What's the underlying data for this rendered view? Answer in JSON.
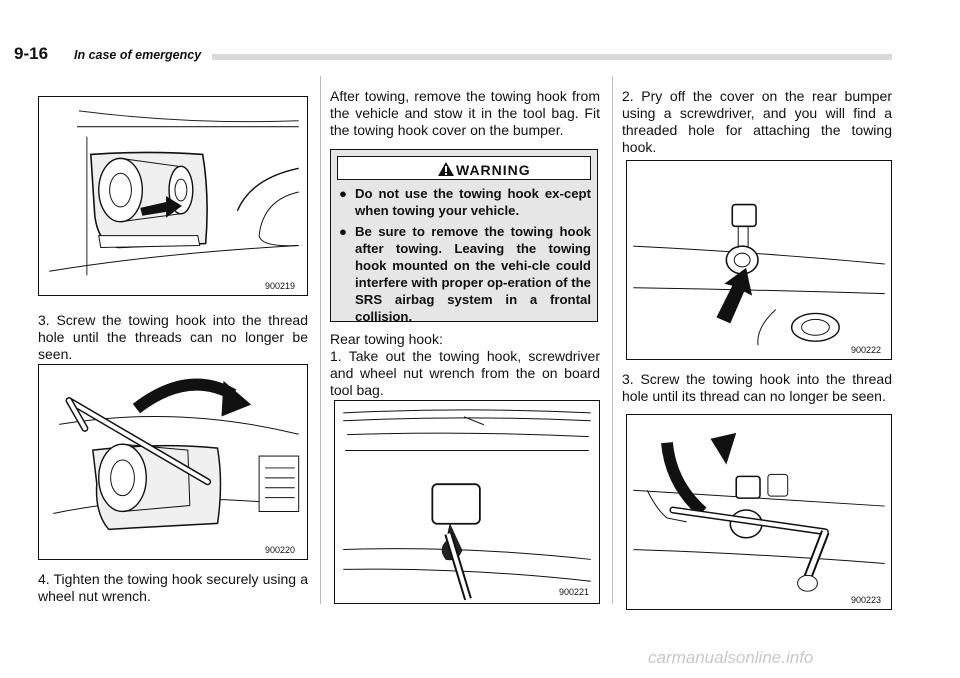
{
  "header": {
    "page_number": "9-16",
    "section_title": "In case of emergency"
  },
  "column1": {
    "fig1_no": "900219",
    "step3_text": "3.  Screw the towing hook into the thread hole until the threads can no longer be seen.",
    "fig2_no": "900220",
    "step4_text": "4.  Tighten the towing hook securely using a wheel nut wrench."
  },
  "column2": {
    "intro_text": "After towing, remove the towing hook from the vehicle and stow it in the tool bag. Fit the towing hook cover on the bumper.",
    "warning": {
      "title": "WARNING",
      "items": [
        "Do not use the towing hook ex-cept when towing your vehicle.",
        "Be sure to remove the towing hook after towing. Leaving the towing hook mounted on the vehi-cle could interfere with proper op-eration of the SRS airbag system in a frontal collision."
      ]
    },
    "rear_heading": "Rear towing hook:",
    "step1_text": "1.  Take out the towing hook, screwdriver and wheel nut wrench from the on board tool bag.",
    "fig3_no": "900221"
  },
  "column3": {
    "step2_text": "2.  Pry off the cover on the rear bumper using a screwdriver, and you will find a threaded hole for attaching the towing hook.",
    "fig4_no": "900222",
    "step3_text": "3.  Screw the towing hook into the thread hole until its thread can no longer be seen.",
    "fig5_no": "900223"
  },
  "watermark": "carmanualsonline.info"
}
